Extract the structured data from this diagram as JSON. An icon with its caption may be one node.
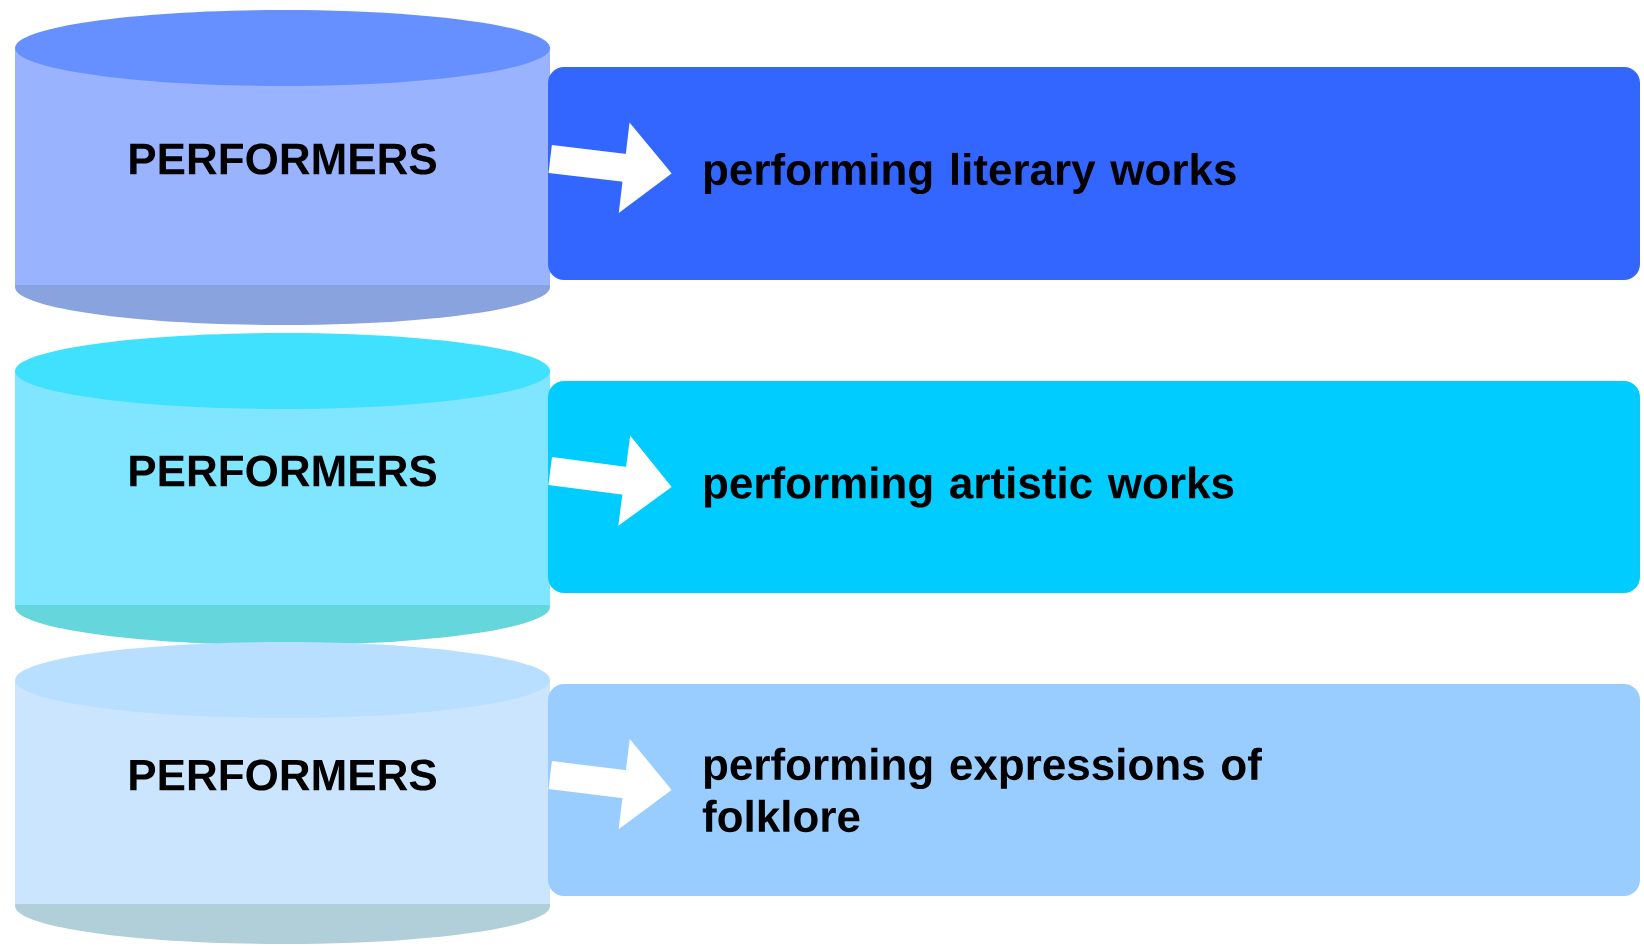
{
  "diagram": {
    "nodes": [
      {
        "text": [
          "PERFORMERS"
        ]
      },
      {
        "text": [
          "performing literary works"
        ]
      },
      {
        "text": [
          "PERFORMERS"
        ]
      },
      {
        "text": [
          "performing artistic works"
        ]
      },
      {
        "text": [
          "PERFORMERS"
        ]
      },
      {
        "text": [
          "performing expressions of folklore"
        ]
      }
    ],
    "edges": [
      {
        "from": 0,
        "to": 1,
        "arrow": "to"
      },
      {
        "from": 2,
        "to": 3,
        "arrow": "to"
      },
      {
        "from": 4,
        "to": 5,
        "arrow": "to"
      }
    ]
  }
}
